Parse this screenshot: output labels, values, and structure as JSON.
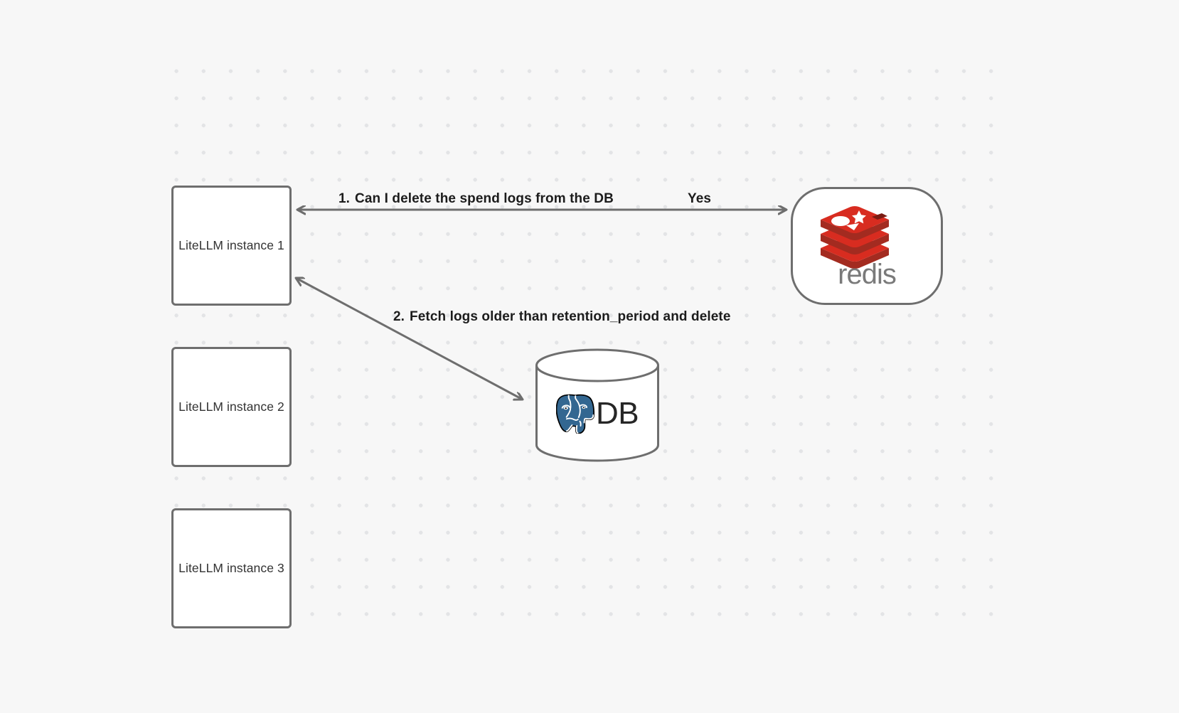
{
  "canvas": {
    "background_color": "#f7f7f7",
    "grid_dot_color": "#e3e4e6"
  },
  "nodes": {
    "litellm_instances": [
      {
        "id": "litellm-1",
        "label": "LiteLLM instance 1"
      },
      {
        "id": "litellm-2",
        "label": "LiteLLM instance 2"
      },
      {
        "id": "litellm-3",
        "label": "LiteLLM instance 3"
      }
    ],
    "redis": {
      "id": "redis",
      "label": "redis",
      "logo_name": "redis-logo",
      "brand_color": "#d82c20",
      "text_color": "#7a7a7a"
    },
    "database": {
      "id": "db",
      "label": "DB",
      "logo_name": "postgresql-elephant-logo",
      "brand_color": "#336791",
      "text_color": "#262626"
    }
  },
  "edges": [
    {
      "id": "edge-litellm1-redis",
      "from": "litellm-1",
      "to": "redis",
      "direction": "bidirectional",
      "request_label": "Can I delete the spend logs from the DB",
      "request_step": "1.",
      "response_label": "Yes"
    },
    {
      "id": "edge-litellm1-db",
      "from": "litellm-1",
      "to": "db",
      "direction": "bidirectional",
      "request_label": "Fetch logs older than retention_period and delete",
      "request_step": "2."
    }
  ],
  "labels": {
    "step_1_number": "1.",
    "step_1_text": "Can I delete the spend logs from the DB",
    "step_1_response": "Yes",
    "step_2_number": "2.",
    "step_2_text": "Fetch logs older than retention_period and delete"
  }
}
